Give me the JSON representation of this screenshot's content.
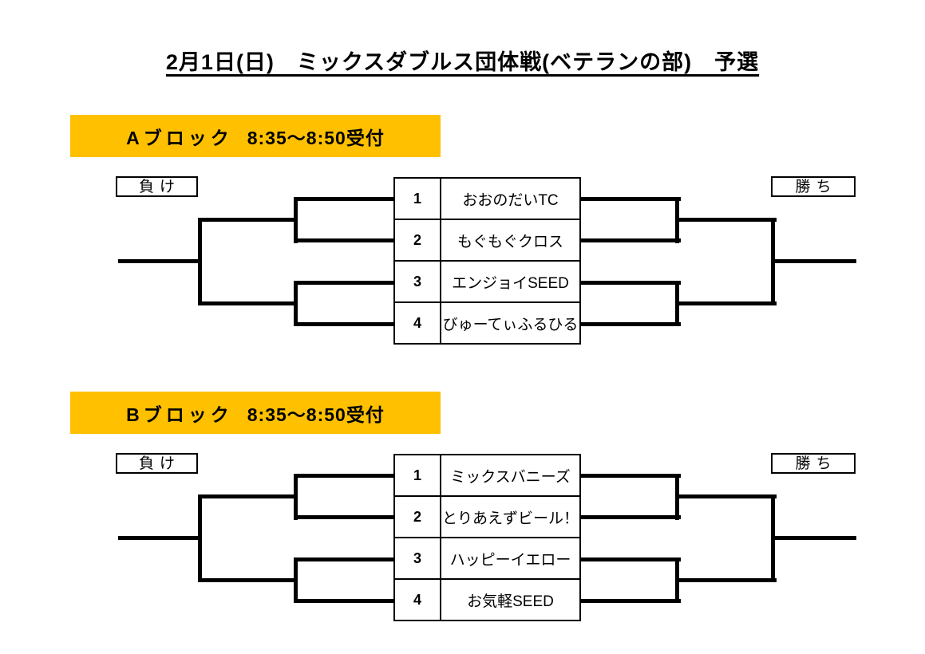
{
  "page": {
    "title": "2月1日(日)　ミックスダブルス団体戦(ベテランの部)　予選"
  },
  "labels": {
    "lose": "負け",
    "win": "勝ち"
  },
  "colors": {
    "block_header_background": "#FFC000",
    "bracket_line": "#000000",
    "text": "#000000"
  },
  "blocks": [
    {
      "id": "A",
      "name": "Aブロック",
      "time": "8:35～8:50受付",
      "teams": [
        {
          "seed": "1",
          "name": "おおのだいTC"
        },
        {
          "seed": "2",
          "name": "もぐもぐクロス"
        },
        {
          "seed": "3",
          "name": "エンジョイSEED"
        },
        {
          "seed": "4",
          "name": "びゅーてぃふるひる"
        }
      ]
    },
    {
      "id": "B",
      "name": "Bブロック",
      "time": "8:35～8:50受付",
      "teams": [
        {
          "seed": "1",
          "name": "ミックスバニーズ"
        },
        {
          "seed": "2",
          "name": "とりあえずビール！"
        },
        {
          "seed": "3",
          "name": "ハッピーイエロー"
        },
        {
          "seed": "4",
          "name": "お気軽SEED"
        }
      ]
    }
  ]
}
